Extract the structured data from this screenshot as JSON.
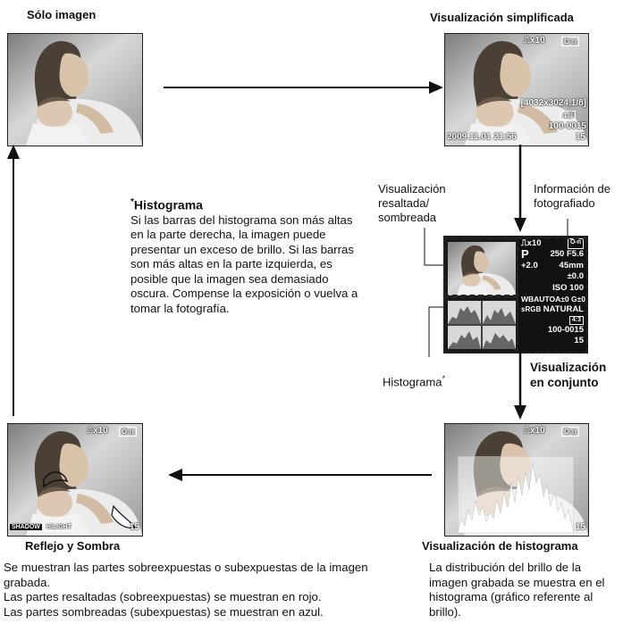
{
  "screens": {
    "image_only": {
      "title": "Sólo imagen"
    },
    "simplified": {
      "title": "Visualización simplificada",
      "protect": "⎍x10",
      "key": "O‑n",
      "resolution": "[4032x3024,1/8]",
      "aspect": "4:3",
      "file": "100-0015",
      "datetime": "2009.11.01 21:56",
      "frame": "15"
    },
    "overall": {
      "title_line1": "Visualización",
      "title_line2": "en conjunto",
      "info_label_line1": "Información de",
      "info_label_line2": "fotografiado",
      "highlight_label_line1": "Visualización",
      "highlight_label_line2": "resaltada/",
      "highlight_label_line3": "sombreada",
      "histogram_label": "Histograma",
      "info": {
        "protect": "⎍x10",
        "mode": "P",
        "shutter": "250",
        "aperture": "F5.6",
        "exposure": "+2.0",
        "focal": "45mm",
        "flash": "±0.0",
        "iso": "ISO 100",
        "wb": "WBAUTO",
        "wb_adj": "A±0 G±0",
        "color_space": "sRGB",
        "picture_mode": "NATURAL",
        "aspect": "4:3",
        "file": "100-0015",
        "frame": "15"
      }
    },
    "histogram": {
      "title": "Visualización de histograma",
      "protect": "⎍x10",
      "frame": "15",
      "description": "La distribución del brillo de la imagen grabada se muestra en el histograma (gráfico referente al brillo)."
    },
    "shadow": {
      "title": "Reflejo y Sombra",
      "protect": "⎍x10",
      "shadow_tag": "SHADOW",
      "hilight_tag": "HILIGHT",
      "frame": "15",
      "description_1": "Se muestran las partes sobreexpuestas o subexpuestas de la imagen grabada.",
      "description_2": "Las partes resaltadas (sobreexpuestas) se muestran en rojo.",
      "description_3": "Las partes sombreadas (subexpuestas) se muestran en azul."
    }
  },
  "note": {
    "title": "Histograma",
    "body": "Si las barras del histograma son más altas en la parte derecha, la imagen puede presentar un exceso de brillo. Si las barras son más altas en la parte izquierda, es posible que la imagen sea demasiado oscura. Compense la exposición o vuelva a tomar la fotografía."
  },
  "colors": {
    "ink": "#111111",
    "photo_bg": "#c9c9c9"
  }
}
